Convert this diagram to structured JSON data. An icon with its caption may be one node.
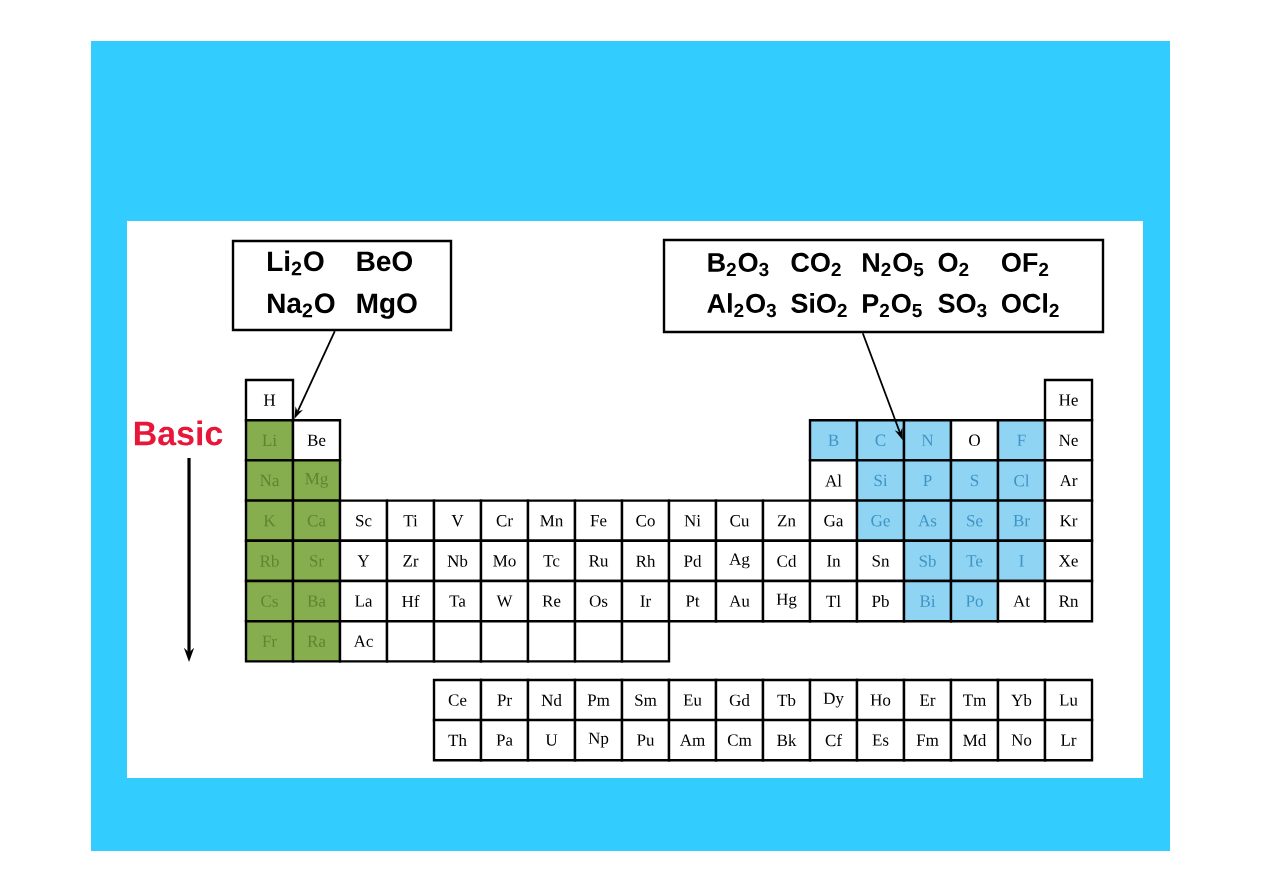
{
  "diagram": {
    "nodes": [
      {
        "text": [
          "Li$_{2}$O",
          "BeO",
          "Na$_{2}$O",
          "MgO"
        ]
      },
      {
        "text": [
          "B$_{2}$O$_{3}$",
          "CO$_{2}$",
          "N$_{2}$O$_{5}$",
          "O$_{2}$",
          "OF$_{2}$",
          "Al$_{2}$O$_{3}$",
          "SiO$_{2}$",
          "P$_{2}$O$_{5}$",
          "SO$_{3}$",
          "OCl$_{2}$"
        ]
      },
      {
        "text": [
          "H"
        ]
      },
      {
        "text": [
          "He"
        ]
      },
      {
        "text": [
          "Li"
        ]
      },
      {
        "text": [
          "Be"
        ]
      },
      {
        "text": [
          "B"
        ]
      },
      {
        "text": [
          "C"
        ]
      },
      {
        "text": [
          "N"
        ]
      },
      {
        "text": [
          "O"
        ]
      },
      {
        "text": [
          "F"
        ]
      },
      {
        "text": [
          "Ne"
        ]
      },
      {
        "text": [
          "Na"
        ]
      },
      {
        "text": [
          "Mg"
        ]
      },
      {
        "text": [
          "Al"
        ]
      },
      {
        "text": [
          "Si"
        ]
      },
      {
        "text": [
          "P"
        ]
      },
      {
        "text": [
          "S"
        ]
      },
      {
        "text": [
          "Cl"
        ]
      },
      {
        "text": [
          "Ar"
        ]
      },
      {
        "text": [
          "K"
        ]
      },
      {
        "text": [
          "Ca"
        ]
      },
      {
        "text": [
          "Sc"
        ]
      },
      {
        "text": [
          "Ti"
        ]
      },
      {
        "text": [
          "V"
        ]
      },
      {
        "text": [
          "Cr"
        ]
      },
      {
        "text": [
          "Mn"
        ]
      },
      {
        "text": [
          "Fe"
        ]
      },
      {
        "text": [
          "Co"
        ]
      },
      {
        "text": [
          "Ni"
        ]
      },
      {
        "text": [
          "Cu"
        ]
      },
      {
        "text": [
          "Zn"
        ]
      },
      {
        "text": [
          "Ga"
        ]
      },
      {
        "text": [
          "Ge"
        ]
      },
      {
        "text": [
          "As"
        ]
      },
      {
        "text": [
          "Se"
        ]
      },
      {
        "text": [
          "Br"
        ]
      },
      {
        "text": [
          "Kr"
        ]
      },
      {
        "text": [
          "Rb"
        ]
      },
      {
        "text": [
          "Sr"
        ]
      },
      {
        "text": [
          "Y"
        ]
      },
      {
        "text": [
          "Zr"
        ]
      },
      {
        "text": [
          "Nb"
        ]
      },
      {
        "text": [
          "Mo"
        ]
      },
      {
        "text": [
          "Tc"
        ]
      },
      {
        "text": [
          "Ru"
        ]
      },
      {
        "text": [
          "Rh"
        ]
      },
      {
        "text": [
          "Pd"
        ]
      },
      {
        "text": [
          "Ag"
        ]
      },
      {
        "text": [
          "Cd"
        ]
      },
      {
        "text": [
          "In"
        ]
      },
      {
        "text": [
          "Sn"
        ]
      },
      {
        "text": [
          "Sb"
        ]
      },
      {
        "text": [
          "Te"
        ]
      },
      {
        "text": [
          "I"
        ]
      },
      {
        "text": [
          "Xe"
        ]
      },
      {
        "text": [
          "Cs"
        ]
      },
      {
        "text": [
          "Ba"
        ]
      },
      {
        "text": [
          "La"
        ]
      },
      {
        "text": [
          "Hf"
        ]
      },
      {
        "text": [
          "Ta"
        ]
      },
      {
        "text": [
          "W"
        ]
      },
      {
        "text": [
          "Re"
        ]
      },
      {
        "text": [
          "Os"
        ]
      },
      {
        "text": [
          "Ir"
        ]
      },
      {
        "text": [
          "Pt"
        ]
      },
      {
        "text": [
          "Au"
        ]
      },
      {
        "text": [
          "Hg"
        ]
      },
      {
        "text": [
          "Tl"
        ]
      },
      {
        "text": [
          "Pb"
        ]
      },
      {
        "text": [
          "Bi"
        ]
      },
      {
        "text": [
          "Po"
        ]
      },
      {
        "text": [
          "At"
        ]
      },
      {
        "text": [
          "Rn"
        ]
      },
      {
        "text": [
          "Fr"
        ]
      },
      {
        "text": [
          "Ra"
        ]
      },
      {
        "text": [
          "Ac"
        ]
      },
      {
        "text": [],
        "shape": "box"
      },
      {
        "text": [],
        "shape": "box"
      },
      {
        "text": [],
        "shape": "box"
      },
      {
        "text": [],
        "shape": "box"
      },
      {
        "text": [],
        "shape": "box"
      },
      {
        "text": [],
        "shape": "box"
      },
      {
        "text": [
          "Ce"
        ]
      },
      {
        "text": [
          "Pr"
        ]
      },
      {
        "text": [
          "Nd"
        ]
      },
      {
        "text": [
          "Pm"
        ]
      },
      {
        "text": [
          "Sm"
        ]
      },
      {
        "text": [
          "Eu"
        ]
      },
      {
        "text": [
          "Gd"
        ]
      },
      {
        "text": [
          "Tb"
        ]
      },
      {
        "text": [
          "Dy"
        ]
      },
      {
        "text": [
          "Ho"
        ]
      },
      {
        "text": [
          "Er"
        ]
      },
      {
        "text": [
          "Tm"
        ]
      },
      {
        "text": [
          "Yb"
        ]
      },
      {
        "text": [
          "Lu"
        ]
      },
      {
        "text": [
          "Th"
        ]
      },
      {
        "text": [
          "Pa"
        ]
      },
      {
        "text": [
          "U"
        ]
      },
      {
        "text": [
          "Np"
        ]
      },
      {
        "text": [
          "Pu"
        ]
      },
      {
        "text": [
          "Am"
        ]
      },
      {
        "text": [
          "Cm"
        ]
      },
      {
        "text": [
          "Bk"
        ]
      },
      {
        "text": [
          "Cf"
        ]
      },
      {
        "text": [
          "Es"
        ]
      },
      {
        "text": [
          "Fm"
        ]
      },
      {
        "text": [
          "Md"
        ]
      },
      {
        "text": [
          "No"
        ]
      },
      {
        "text": [
          "Lr"
        ]
      }
    ],
    "edges": [
      {
        "from": 0,
        "to": 4,
        "arrow": "to"
      },
      {
        "from": 1,
        "to": 8,
        "arrow": "to"
      }
    ],
    "labels": [
      "Basic"
    ]
  }
}
